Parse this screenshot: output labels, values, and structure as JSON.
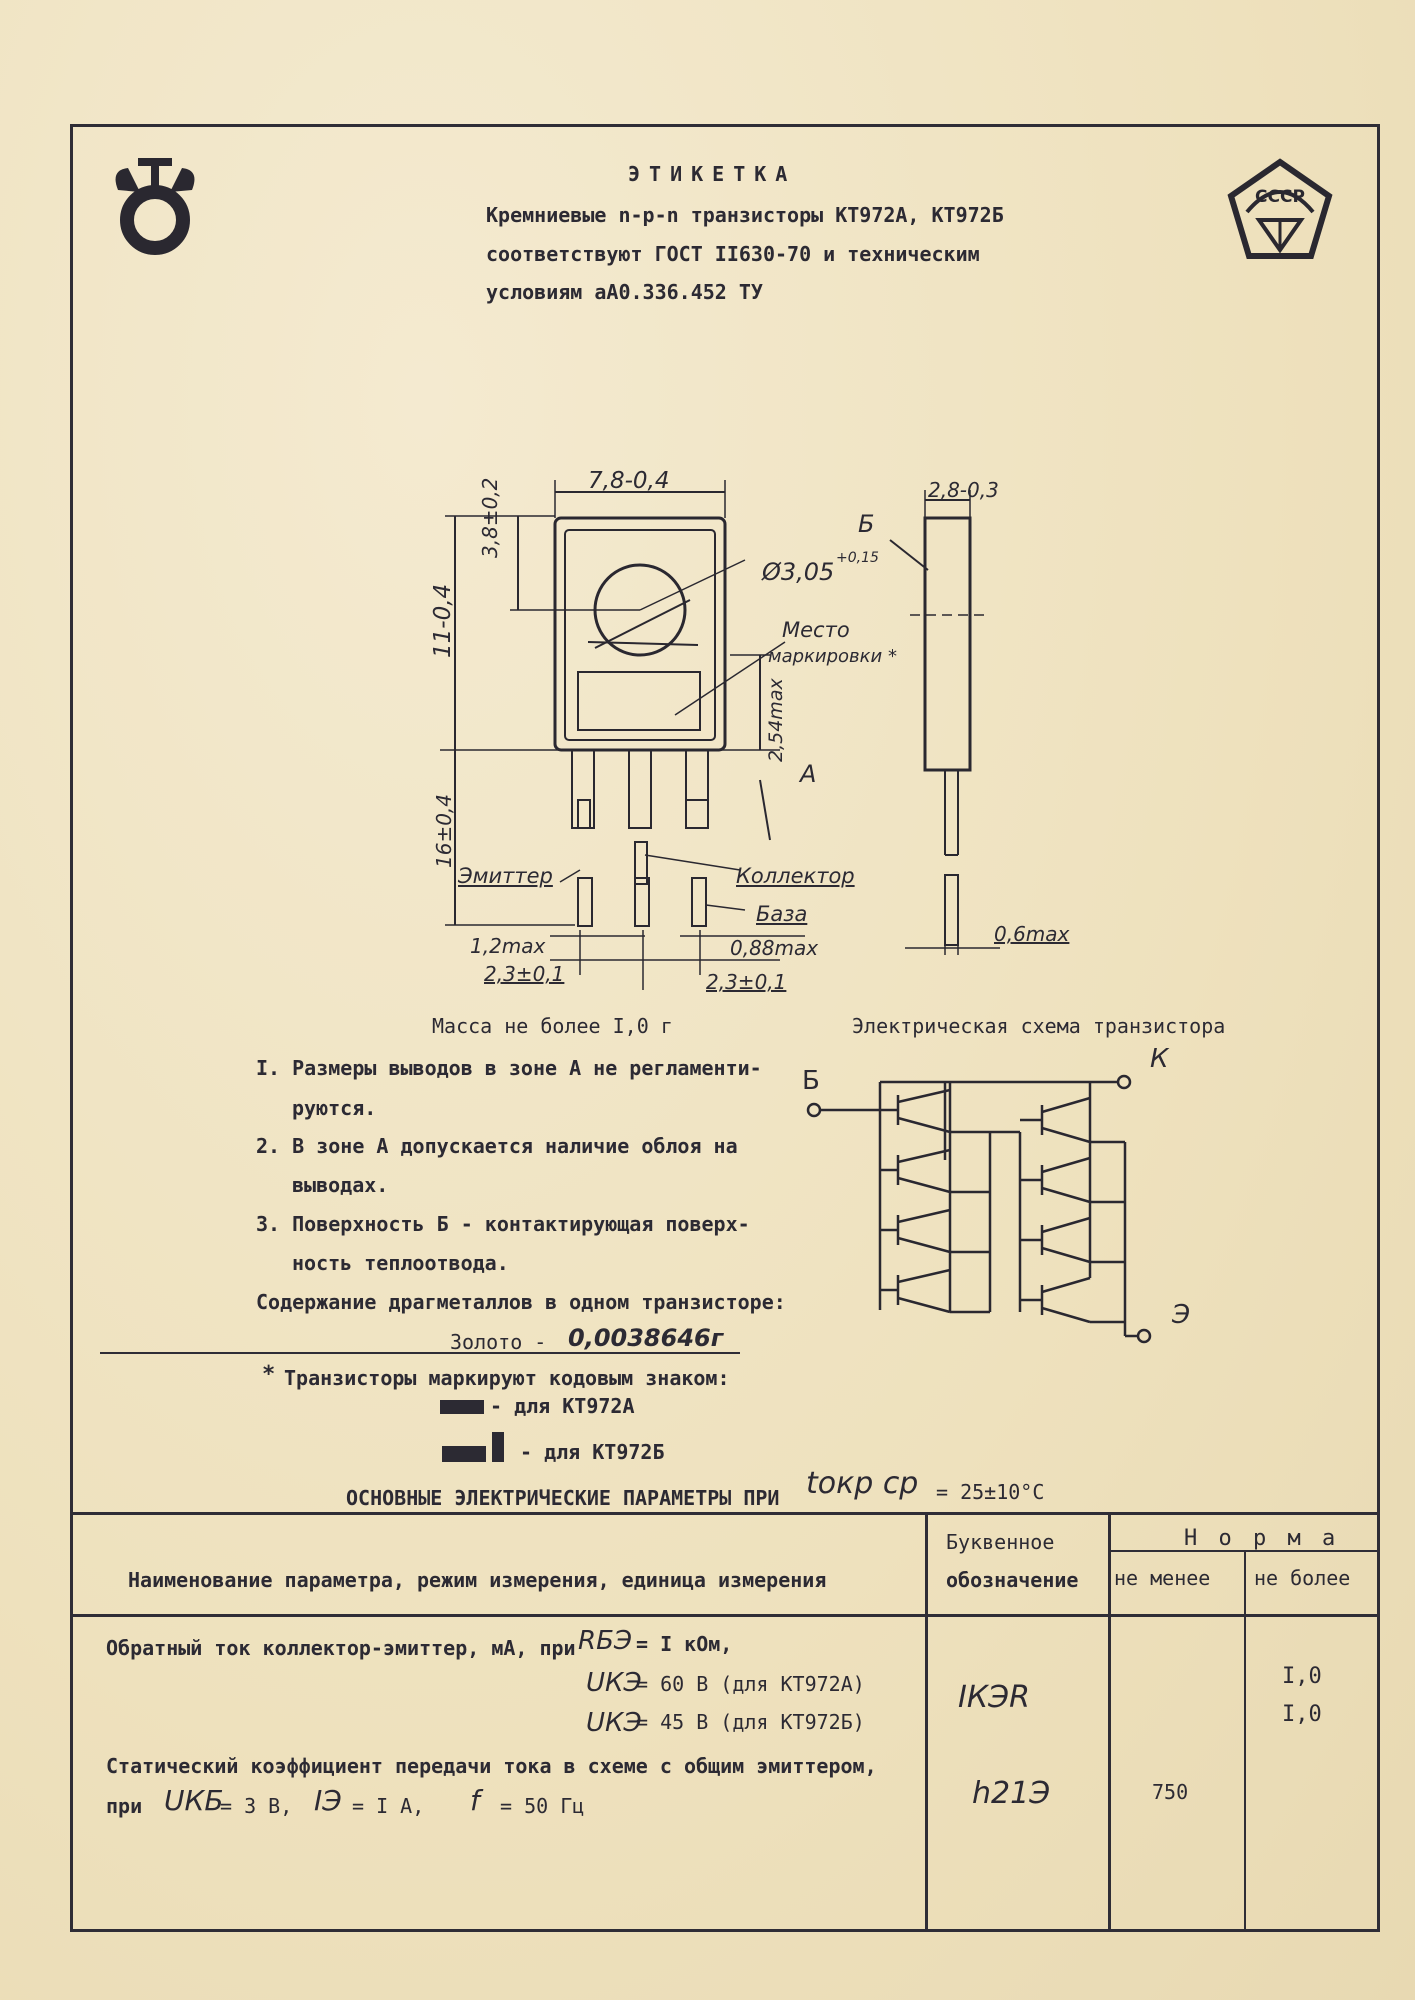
{
  "header": {
    "title": "ЭТИКЕТКА",
    "line1": "Кремниевые n-p-n транзисторы КТ972А, КТ972Б",
    "line2": "соответствуют ГОСТ II630-70 и техническим",
    "line3": "условиям аА0.336.452 ТУ",
    "quality_mark": "СССР"
  },
  "drawing": {
    "dim_width": "7,8-0,4",
    "dim_thickness": "2,8-0,3",
    "dim_hole_offset": "3,8±0,2",
    "dim_height": "11-0,4",
    "dim_hole": "Ø3,05",
    "dim_hole_tol": "+0,15",
    "dim_mark_area": "2,54max",
    "dim_leads": "16±0,4",
    "label_b": "Б",
    "label_a": "А",
    "label_mark1": "Место",
    "label_mark2": "маркировки *",
    "label_emitter": "Эмиттер",
    "label_collector": "Коллектор",
    "label_base": "База",
    "dim_lead_w1": "1,2max",
    "dim_lead_w2": "0,88max",
    "dim_pitch1": "2,3±0,1",
    "dim_pitch2": "2,3±0,1",
    "dim_lead_t": "0,6max"
  },
  "notes": {
    "mass": "Масса не более I,0 г",
    "n1a": "I. Размеры выводов в зоне А не регламенти-",
    "n1b": "руются.",
    "n2a": "2. В зоне А допускается наличие облоя на",
    "n2b": "выводах.",
    "n3a": "3. Поверхность Б - контактирующая поверх-",
    "n3b": "ность теплоотвода.",
    "metals": "Содержание драгметаллов в одном транзисторе:",
    "gold_label": "Золото -",
    "gold_value": "0,0038646г",
    "marking": "Транзисторы маркируют кодовым знаком:",
    "mark_a": "- для КТ972А",
    "mark_b": "- для КТ972Б"
  },
  "schematic": {
    "title": "Электрическая схема транзистора",
    "pin_b": "Б",
    "pin_k": "К",
    "pin_e": "Э"
  },
  "params": {
    "title": "ОСНОВНЫЕ ЭЛЕКТРИЧЕСКИЕ ПАРАМЕТРЫ ПРИ",
    "temp_symbol": "tокр ср",
    "temp_value": "= 25±10°С",
    "col_name": "Наименование параметра, режим измерения, единица измерения",
    "col_symbol_1": "Буквенное",
    "col_symbol_2": "обозначение",
    "col_norm": "Н о р м а",
    "col_min": "не менее",
    "col_max": "не более",
    "row1_line1": "Обратный ток коллектор-эмиттер, мА, при",
    "row1_rbe": "RБЭ",
    "row1_rbe_val": "= I кОм,",
    "row1_u1": "UКЭ",
    "row1_u1_val": "= 60 В (для КТ972А)",
    "row1_u2": "UКЭ",
    "row1_u2_val": "= 45 В (для КТ972Б)",
    "row1_symbol": "IКЭR",
    "row1_max1": "I,0",
    "row1_max2": "I,0",
    "row2_line1": "Статический коэффициент передачи тока в схеме с общим эмиттером,",
    "row2_pri": "при",
    "row2_ukb": "UКБ",
    "row2_ukb_val": "= 3 В,",
    "row2_ie": "IЭ",
    "row2_ie_val": "= I А,",
    "row2_f": "f",
    "row2_f_val": "= 50 Гц",
    "row2_symbol": "h21Э",
    "row2_min": "750"
  }
}
